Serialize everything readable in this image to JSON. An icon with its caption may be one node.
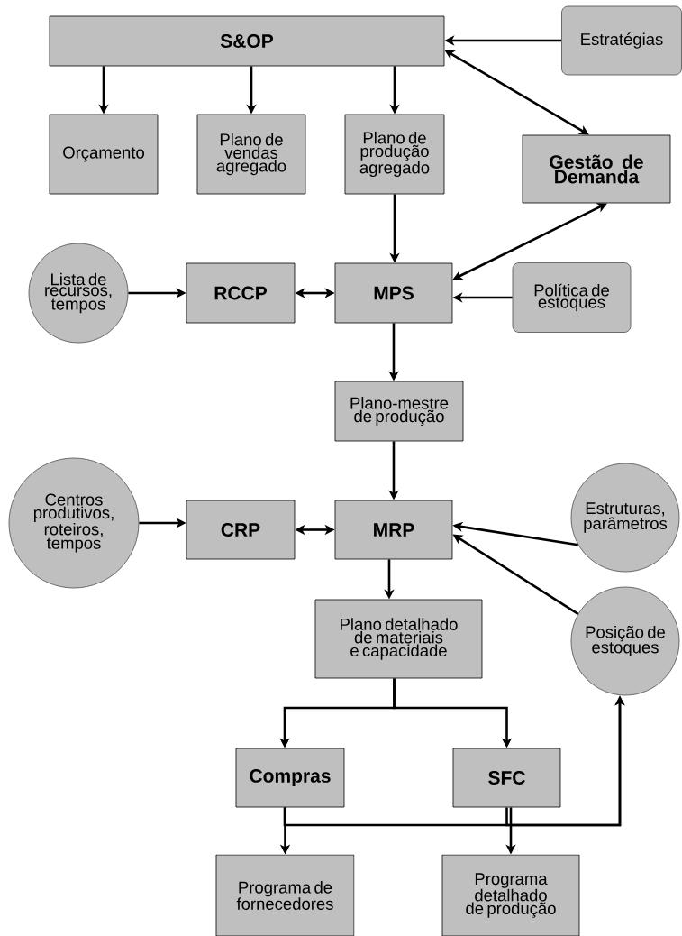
{
  "diagram": {
    "nodes": [
      {
        "text": [
          "S&OP"
        ]
      },
      {
        "text": [
          "Estratégias"
        ]
      },
      {
        "text": [
          "Orçamento"
        ]
      },
      {
        "text": [
          "Plano de vendas agregado"
        ]
      },
      {
        "text": [
          "Plano de produção agregado"
        ]
      },
      {
        "text": [
          "Gestão de Demanda"
        ]
      },
      {
        "text": [
          "Lista de recursos, tempos"
        ]
      },
      {
        "text": [
          "RCCP"
        ]
      },
      {
        "text": [
          "MPS"
        ]
      },
      {
        "text": [
          "Política de estoques"
        ]
      },
      {
        "text": [
          "Plano-mestre de produção"
        ]
      },
      {
        "text": [
          "Centros produtivos, roteiros, tempos"
        ]
      },
      {
        "text": [
          "CRP"
        ]
      },
      {
        "text": [
          "MRP"
        ]
      },
      {
        "text": [
          "Estruturas, parâmetros"
        ]
      },
      {
        "text": [
          "Posição de estoques"
        ]
      },
      {
        "text": [
          "Plano detalhado de materiais e capacidade"
        ]
      },
      {
        "text": [
          "Compras"
        ]
      },
      {
        "text": [
          "SFC"
        ]
      },
      {
        "text": [
          "Programa de fornecedores"
        ]
      },
      {
        "text": [
          "Programa detalhado de produção"
        ]
      }
    ],
    "edges": [
      {
        "from": 1,
        "to": 0,
        "arrow": "to"
      },
      {
        "from": 0,
        "to": 2,
        "arrow": "to"
      },
      {
        "from": 0,
        "to": 3,
        "arrow": "to"
      },
      {
        "from": 0,
        "to": 4,
        "arrow": "to"
      },
      {
        "from": 0,
        "to": 5,
        "arrow": "both"
      },
      {
        "from": 4,
        "to": 8,
        "arrow": "to"
      },
      {
        "from": 5,
        "to": 8,
        "arrow": "both"
      },
      {
        "from": 6,
        "to": 7,
        "arrow": "to"
      },
      {
        "from": 7,
        "to": 8,
        "arrow": "both"
      },
      {
        "from": 9,
        "to": 8,
        "arrow": "to"
      },
      {
        "from": 8,
        "to": 10,
        "arrow": "to"
      },
      {
        "from": 11,
        "to": 12,
        "arrow": "to"
      },
      {
        "from": 12,
        "to": 13,
        "arrow": "both"
      },
      {
        "from": 10,
        "to": 13,
        "arrow": "to"
      },
      {
        "from": 14,
        "to": 13,
        "arrow": "to"
      },
      {
        "from": 15,
        "to": 13,
        "arrow": "to"
      },
      {
        "from": 13,
        "to": 16,
        "arrow": "to"
      },
      {
        "from": 16,
        "to": 17,
        "arrow": "to"
      },
      {
        "from": 16,
        "to": 18,
        "arrow": "to"
      },
      {
        "from": 17,
        "to": 19,
        "arrow": "to"
      },
      {
        "from": 18,
        "to": 20,
        "arrow": "to"
      },
      {
        "from": 17,
        "to": 15,
        "arrow": "to"
      },
      {
        "from": 18,
        "to": 15,
        "arrow": "to"
      }
    ]
  }
}
